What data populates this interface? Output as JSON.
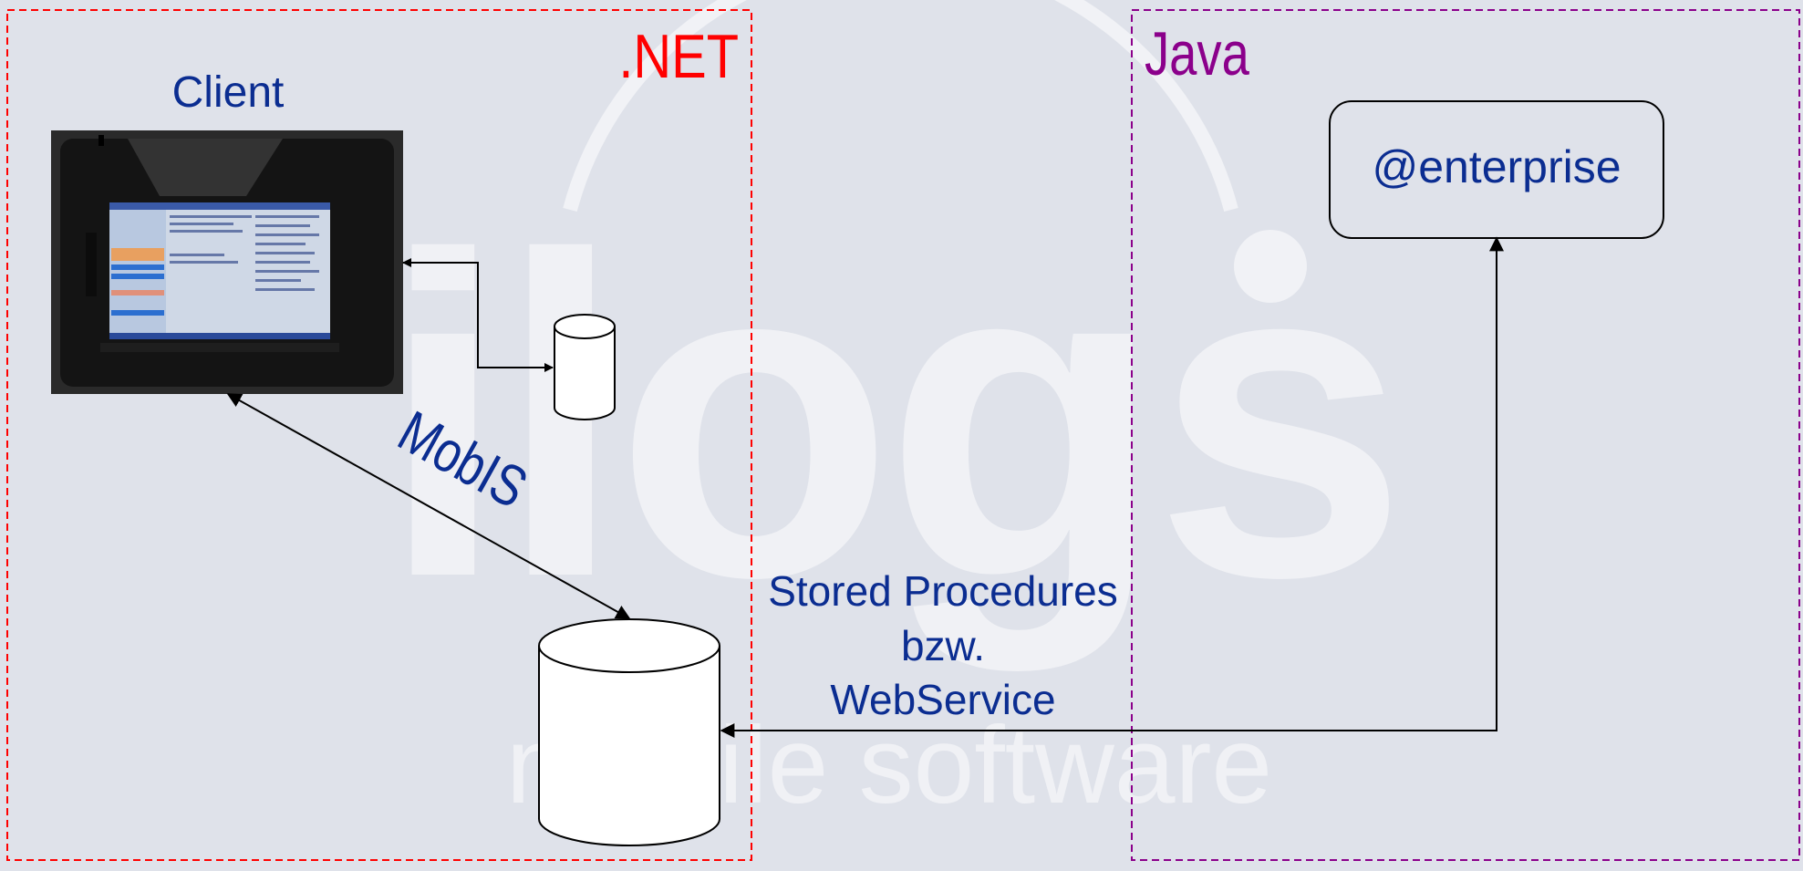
{
  "background_color": "#dfe2ea",
  "watermark": {
    "logo_text": "ilogs",
    "tagline": "mobile software"
  },
  "regions": {
    "dotnet": {
      "label": ".NET",
      "color": "#ff0000"
    },
    "java": {
      "label": "Java",
      "color": "#8b008b"
    }
  },
  "client": {
    "label": "Client",
    "image": "tablet-device-photo"
  },
  "enterprise": {
    "label": "@enterprise"
  },
  "connections": {
    "mobis_label": "MobIS",
    "stored_procedures": {
      "line1": "Stored Procedures",
      "line2": "bzw.",
      "line3": "WebService"
    }
  },
  "colors": {
    "text_blue": "#0b2d91",
    "line": "#000000"
  }
}
